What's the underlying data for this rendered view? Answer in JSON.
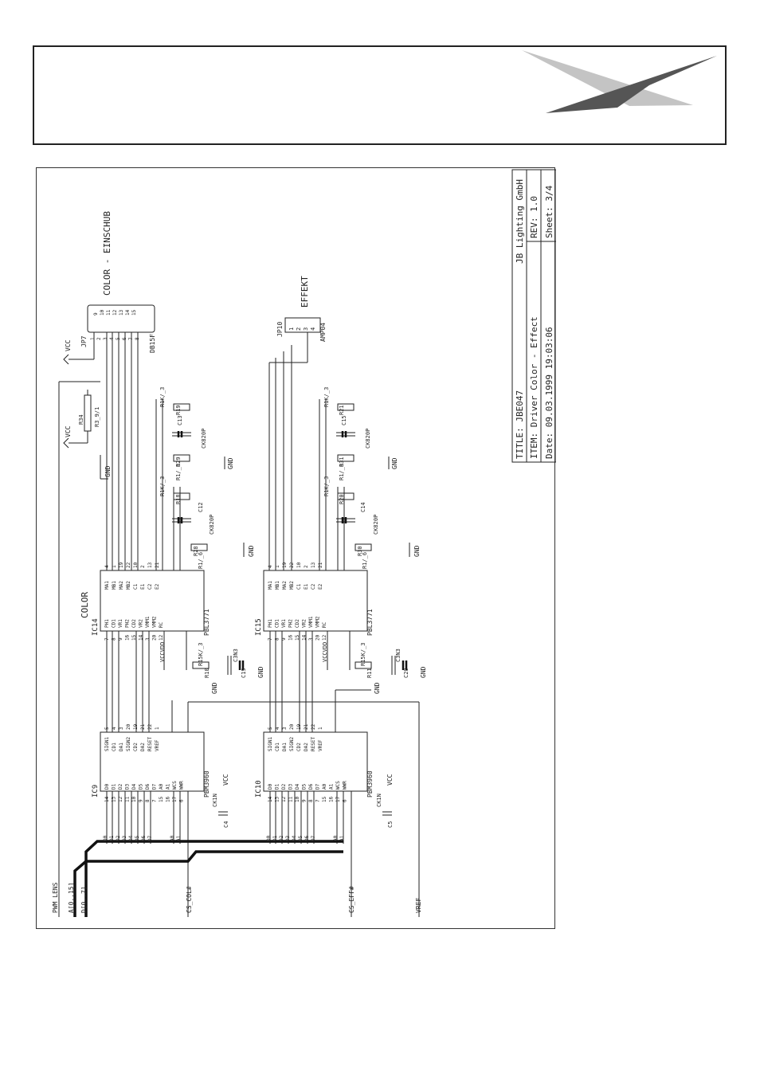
{
  "title_block": {
    "company": "JB Lighting GmbH",
    "title": "TITLE: JBE047",
    "item": "ITEM: Driver Color - Effect",
    "rev": "REV: 1.0",
    "date": "Date: 09.03.1999 19:03:06",
    "sheet": "Sheet: 3/4"
  },
  "connectors": {
    "jp7": {
      "ref": "JP7",
      "type": "DB15F",
      "label": "COLOR - EINSCHUB",
      "pins_a": [
        "1",
        "2",
        "3",
        "4",
        "5",
        "6",
        "7",
        "8"
      ],
      "pins_b": [
        "9",
        "10",
        "11",
        "12",
        "13",
        "14",
        "15"
      ]
    },
    "jp10": {
      "ref": "JP10",
      "type": "AMP04",
      "label": "EFFEKT",
      "pins": [
        "1",
        "2",
        "3",
        "4"
      ]
    }
  },
  "ics": {
    "ic14": {
      "ref": "IC14",
      "part": "PBL3771",
      "group": "COLOR",
      "left_pins": [
        "PH1",
        "CD1",
        "VR1",
        "PH2",
        "CD2",
        "VR2",
        "VMM1",
        "VMM2",
        "RC"
      ],
      "right_pins": [
        "MA1",
        "MB1",
        "MA2",
        "MB2",
        "C1",
        "E1",
        "C2",
        "E2"
      ],
      "left_nums": [
        "7",
        "8",
        "9",
        "16",
        "15",
        "14",
        "3",
        "20",
        "12"
      ],
      "right_nums": [
        "4",
        "1",
        "19",
        "22",
        "10",
        "2",
        "13",
        "21"
      ]
    },
    "ic15": {
      "ref": "IC15",
      "part": "PBL3771",
      "left_pins": [
        "PH1",
        "CD1",
        "VR1",
        "PH2",
        "CD2",
        "VR2",
        "VMM1",
        "VMM2",
        "RC"
      ],
      "right_pins": [
        "MA1",
        "MB1",
        "MA2",
        "MB2",
        "C1",
        "E1",
        "C2",
        "E2"
      ],
      "left_nums": [
        "7",
        "8",
        "9",
        "16",
        "15",
        "14",
        "3",
        "20",
        "12"
      ],
      "right_nums": [
        "4",
        "1",
        "19",
        "22",
        "10",
        "2",
        "13",
        "21"
      ]
    },
    "ic9": {
      "ref": "IC9",
      "part": "PBM3960",
      "left_pins": [
        "D0",
        "D1",
        "D2",
        "D3",
        "D4",
        "D5",
        "D6",
        "D7",
        "A0",
        "A1",
        "WCS",
        "WWR"
      ],
      "right_pins": [
        "SIGN1",
        "CD1",
        "DA1",
        "SIGN2",
        "CD2",
        "DA2",
        "RESET",
        "VREF"
      ],
      "left_nums": [
        "14",
        "13",
        "12",
        "11",
        "10",
        "9",
        "8",
        "7",
        "15",
        "16",
        "17",
        "6"
      ],
      "right_nums": [
        "5",
        "4",
        "3",
        "20",
        "19",
        "21",
        "22",
        "1"
      ]
    },
    "ic10": {
      "ref": "IC10",
      "part": "PBM3960",
      "left_pins": [
        "D0",
        "D1",
        "D2",
        "D3",
        "D4",
        "D5",
        "D6",
        "D7",
        "A0",
        "A1",
        "WCS",
        "WWR"
      ],
      "right_pins": [
        "SIGN1",
        "CD1",
        "DA1",
        "SIGN2",
        "CD2",
        "DA2",
        "RESET",
        "VREF"
      ],
      "left_nums": [
        "14",
        "13",
        "12",
        "11",
        "10",
        "9",
        "8",
        "7",
        "15",
        "16",
        "17",
        "6"
      ],
      "right_nums": [
        "5",
        "4",
        "3",
        "20",
        "19",
        "21",
        "22",
        "1"
      ]
    }
  },
  "parts": {
    "r34": "R34",
    "r34_val": "R3_9/1",
    "r19": "R19",
    "r18": "R18",
    "r21": "R21",
    "r20": "R20",
    "rval_hi": "R1K/_3",
    "r29": "R29",
    "r28": "R28",
    "r31": "R31",
    "r30": "R30",
    "rval_lo": "R1/_6",
    "c13": "C13",
    "c12": "C12",
    "c15": "C15",
    "c14": "C14",
    "cval_sm": "CK820P",
    "r10": "R10",
    "r11": "R11",
    "rval_rc": "R15K/_3",
    "c19": "C19",
    "c20": "C20",
    "cval_rc": "C3N3",
    "c4": "C4",
    "c5": "C5",
    "cval_dec": "CK1N"
  },
  "nets": {
    "vcc": "VCC",
    "gnd": "GND",
    "vccvdd": "VCCVDD",
    "pwm_lens": "PWM_LENS",
    "bus_a": "A[0..15]",
    "bus_d": "D[0..7]",
    "cs_col": "CS_COL#",
    "cs_eff": "CS_EFF#",
    "vref": "VREF",
    "d_bits": [
      "D0",
      "D1",
      "D2",
      "D3",
      "D4",
      "D5",
      "D6",
      "D7"
    ],
    "a0": "A0",
    "a1": "A1"
  }
}
